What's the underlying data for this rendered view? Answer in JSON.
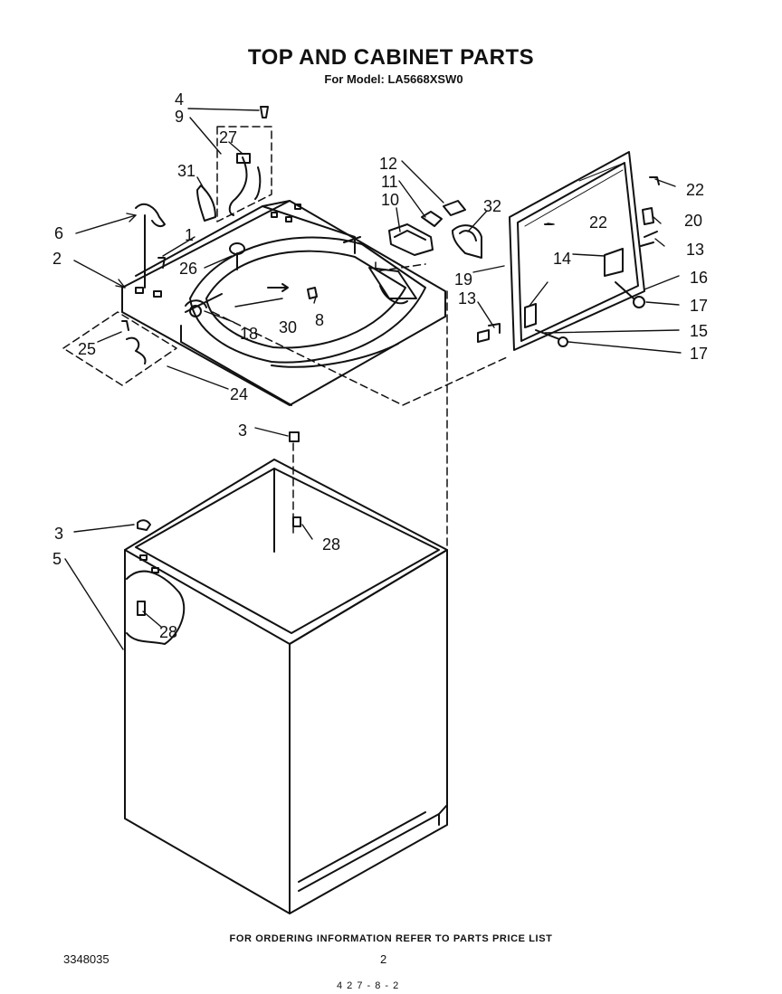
{
  "header": {
    "title": "TOP AND CABINET PARTS",
    "model_line": "For Model: LA5668XSW0"
  },
  "callouts": [
    "1",
    "2",
    "3",
    "3",
    "4",
    "5",
    "6",
    "8",
    "9",
    "10",
    "11",
    "12",
    "13",
    "13",
    "14",
    "15",
    "16",
    "17",
    "17",
    "18",
    "19",
    "20",
    "22",
    "22",
    "24",
    "25",
    "26",
    "27",
    "28",
    "28",
    "30",
    "31",
    "32"
  ],
  "footer": {
    "ordering_note": "FOR ORDERING INFORMATION REFER TO PARTS PRICE LIST",
    "doc_number": "3348035",
    "page_number": "2",
    "bottom_code": "4 2 7 - 8 - 2"
  }
}
